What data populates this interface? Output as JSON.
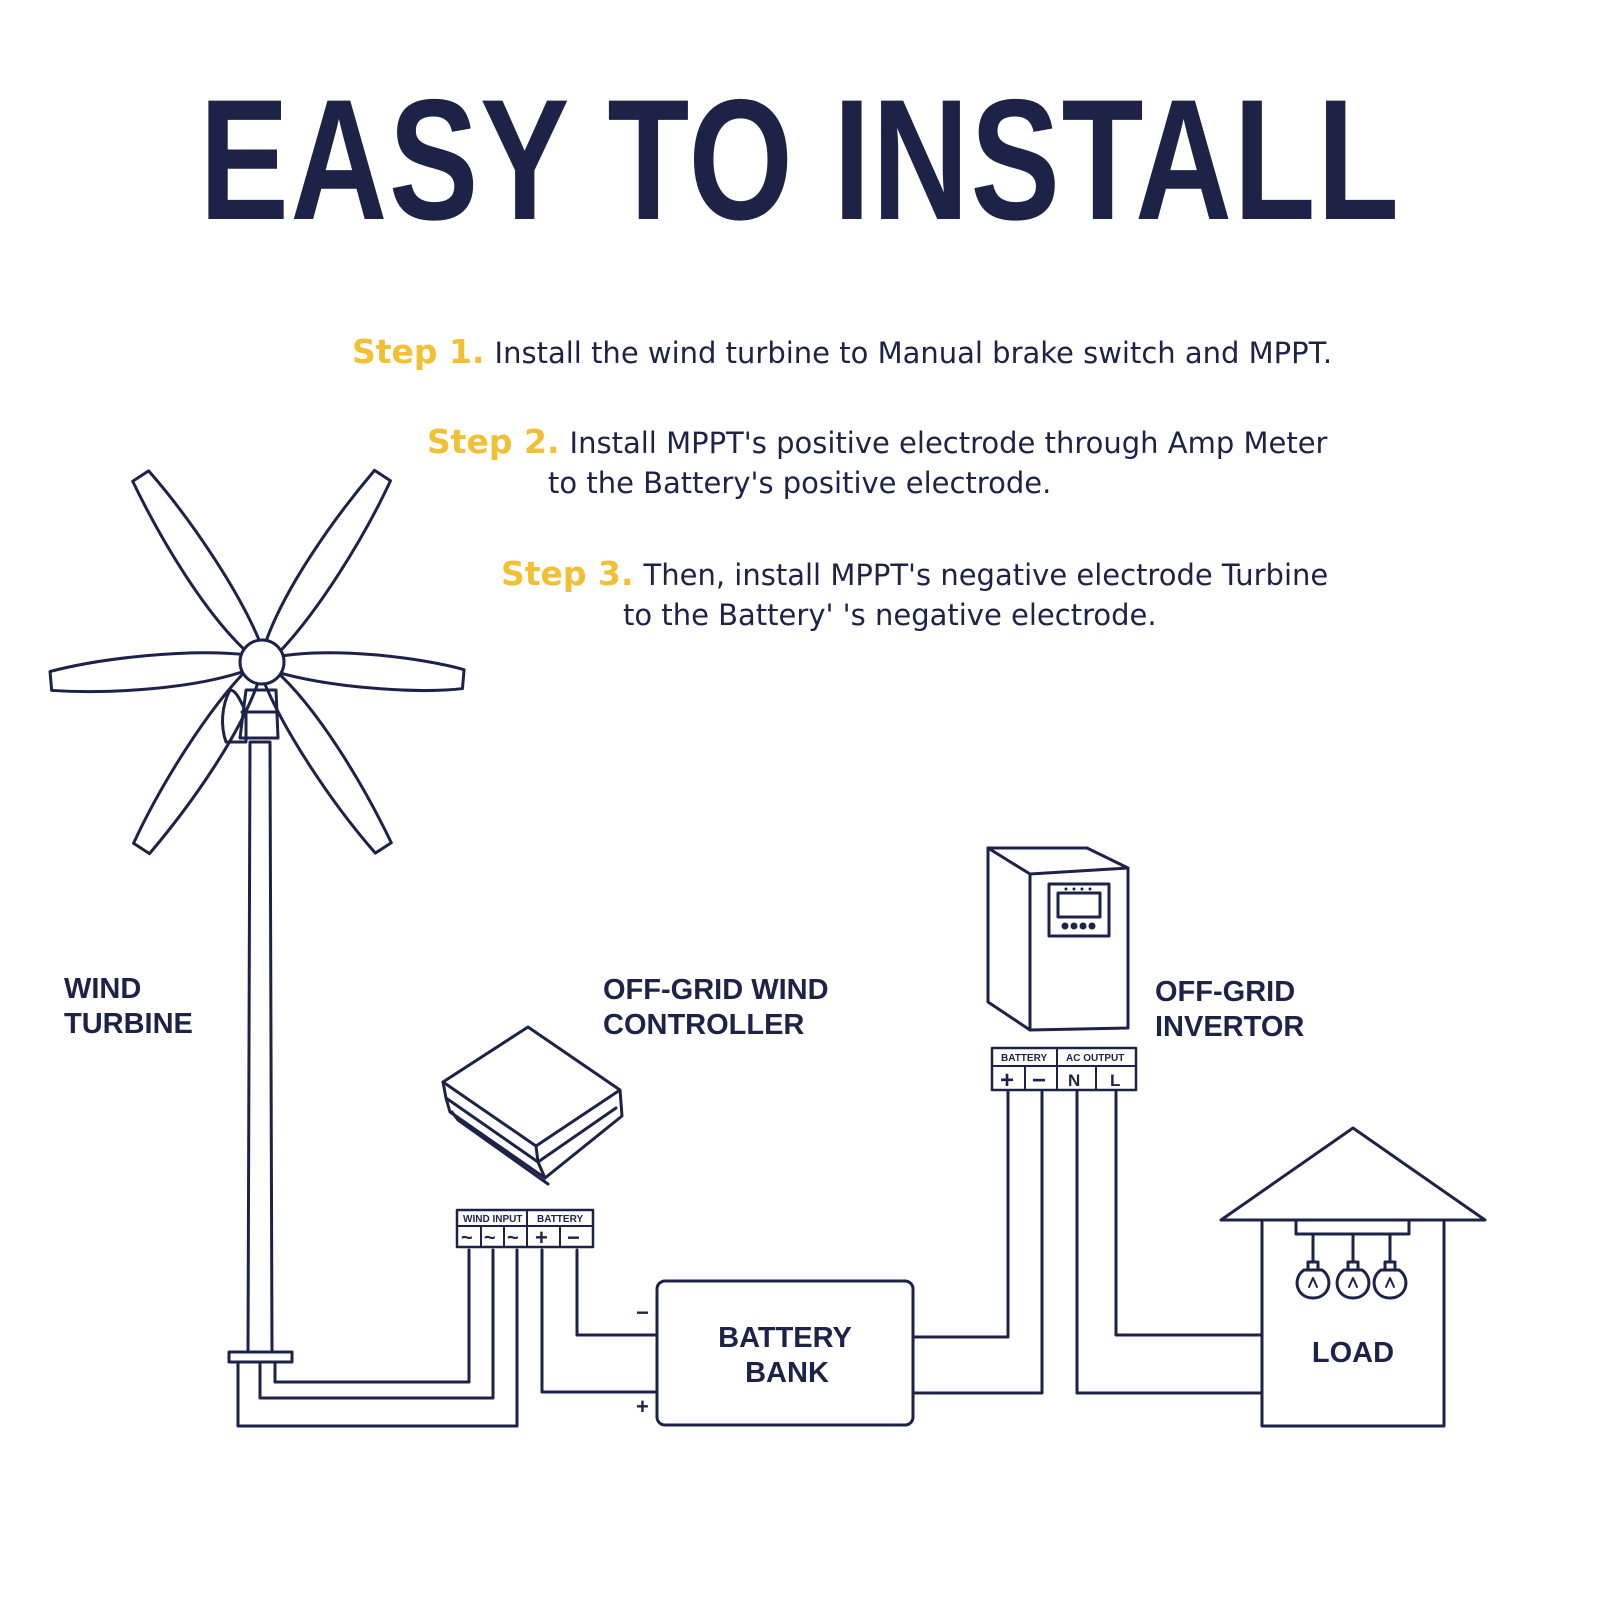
{
  "title": "EASY TO INSTALL",
  "steps": [
    {
      "label": "Step 1.",
      "text": "Install the wind turbine to Manual brake switch and MPPT.",
      "cont": ""
    },
    {
      "label": "Step 2.",
      "text": "Install MPPT's positive electrode through Amp Meter",
      "cont": "to the Battery's positive electrode."
    },
    {
      "label": "Step 3.",
      "text": "Then, install MPPT's negative electrode Turbine",
      "cont": "to the Battery' 's negative electrode."
    }
  ],
  "components": {
    "wind_turbine": {
      "line1": "WIND",
      "line2": "TURBINE"
    },
    "controller": {
      "line1": "OFF-GRID WIND",
      "line2": "CONTROLLER",
      "wind_input": "WIND INPUT",
      "battery": "BATTERY",
      "plus": "+",
      "minus": "−",
      "wave": "~"
    },
    "inverter": {
      "line1": "OFF-GRID",
      "line2": "INVERTOR",
      "battery": "BATTERY",
      "ac_output": "AC  OUTPUT",
      "plus": "+",
      "minus": "−",
      "n": "N",
      "l": "L"
    },
    "battery_bank": {
      "line1": "BATTERY",
      "line2": "BANK",
      "neg_sign": "−",
      "pos_sign": "+"
    },
    "load": {
      "label": "LOAD"
    }
  },
  "colors": {
    "navy": "#1c2347",
    "accent": "#f2c035",
    "background": "#ffffff"
  }
}
